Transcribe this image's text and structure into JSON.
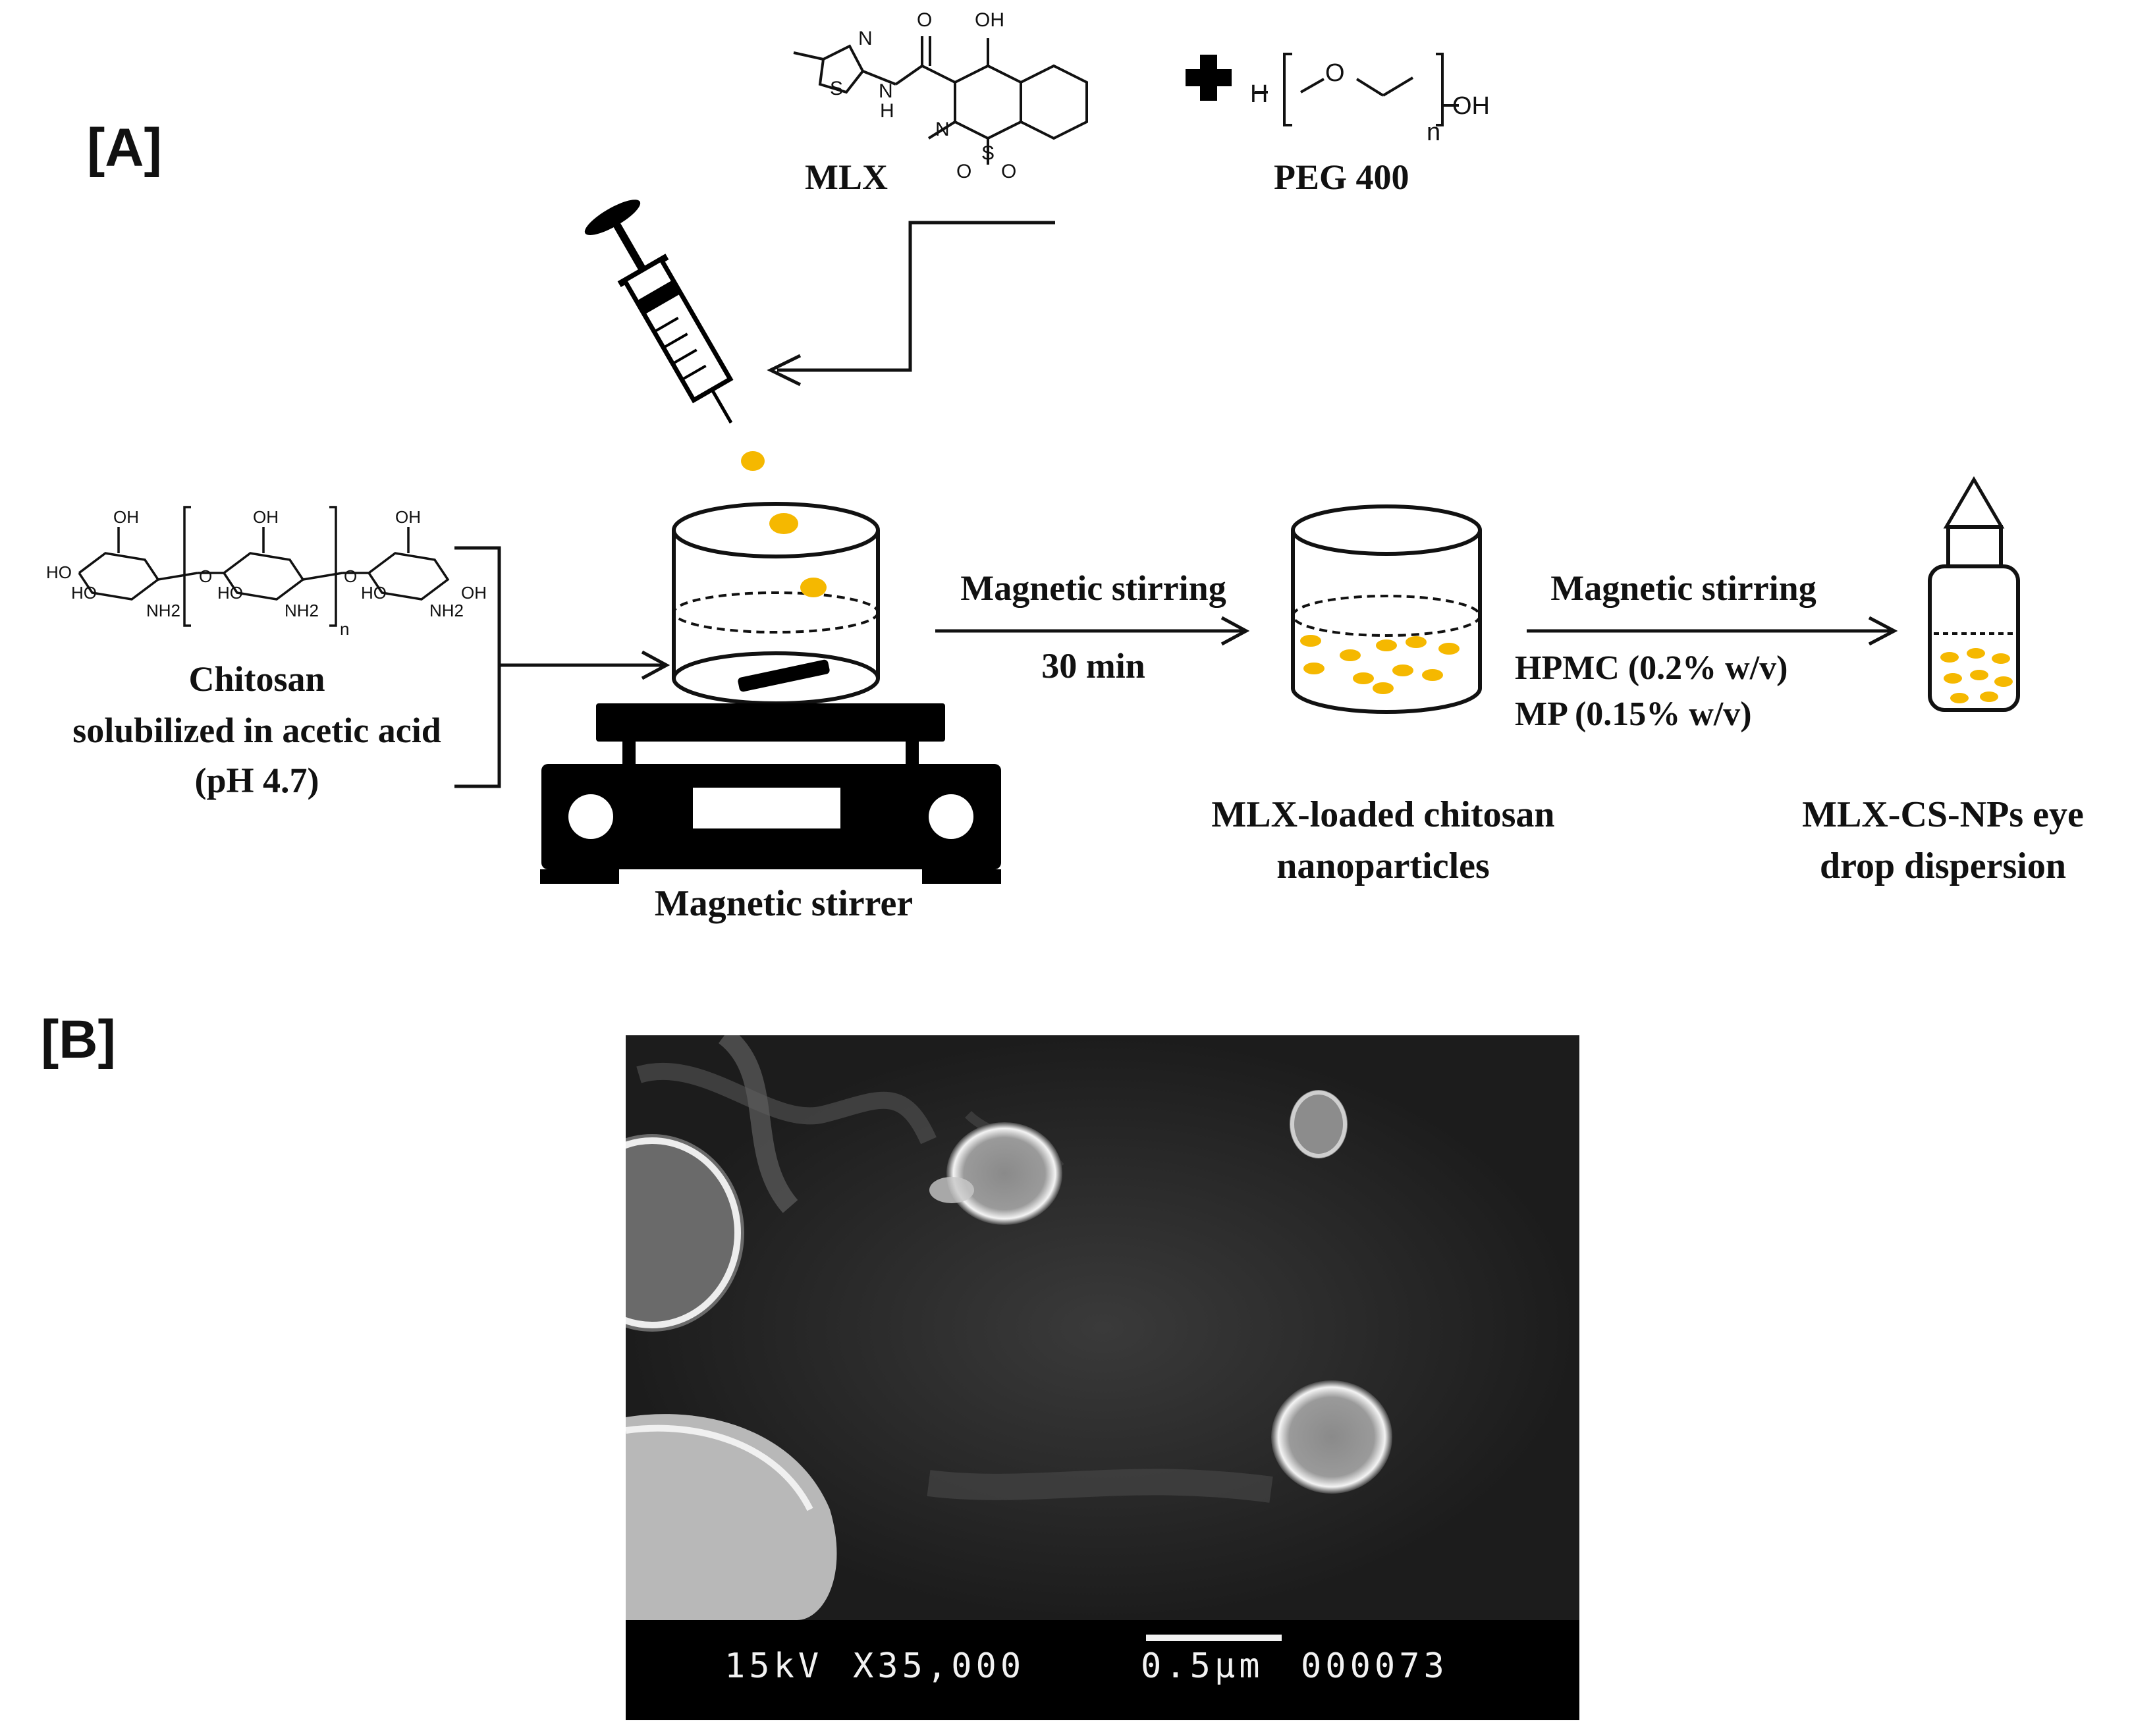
{
  "panels": {
    "a_label": "[A]",
    "b_label": "[B]"
  },
  "reagents": {
    "mlx": "MLX",
    "peg": "PEG 400",
    "chitosan_line1": "Chitosan",
    "chitosan_line2": "solubilized  in acetic acid",
    "chitosan_line3": "(pH  4.7)"
  },
  "equipment": {
    "stirrer": "Magnetic stirrer"
  },
  "steps": {
    "step1_top": "Magnetic stirring",
    "step1_bottom": "30 min",
    "step2_top": "Magnetic stirring",
    "step2_line2": "HPMC (0.2% w/v)",
    "step2_line3": "MP (0.15% w/v)"
  },
  "products": {
    "nps_line1": "MLX-loaded chitosan",
    "nps_line2": "nanoparticles",
    "drop_line1": "MLX-CS-NPs eye",
    "drop_line2": "drop dispersion"
  },
  "molecule_atoms": {
    "mlx": {
      "S": "S",
      "N": "N",
      "H": "H",
      "O": "O",
      "OH": "OH",
      "SO2_S": "S",
      "SO2_N": "N"
    },
    "peg": {
      "H": "H",
      "O": "O",
      "n": "n",
      "OH": "OH"
    },
    "chitosan": {
      "OH": "OH",
      "HO": "HO",
      "O": "O",
      "NH2": "NH2",
      "n": "n"
    }
  },
  "sem": {
    "voltage": "15kV",
    "magnification": "X35,000",
    "scale": "0.5μm",
    "image_no": "000073"
  },
  "colors": {
    "drop": "#f5b800",
    "device": "#000000",
    "text": "#111111"
  }
}
